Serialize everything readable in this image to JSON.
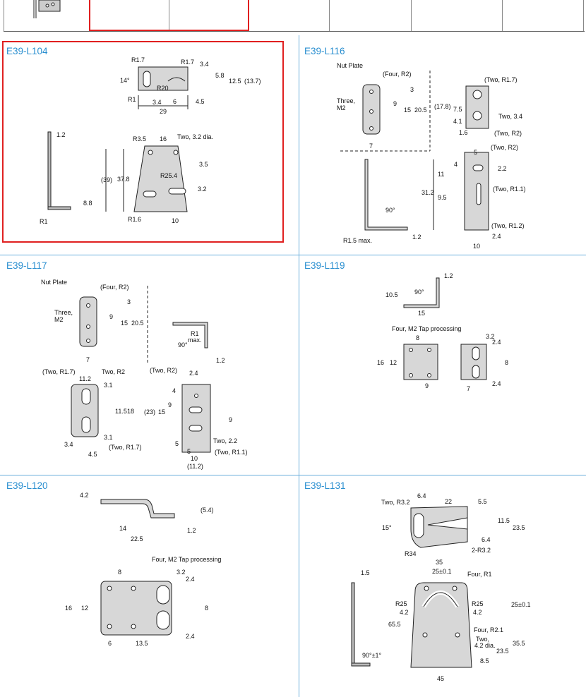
{
  "sections": [
    {
      "title": "E39-L104",
      "labels": [
        "R1.7",
        "R1.7",
        "3.4",
        "14°",
        "5.8",
        "12.5",
        "(13.7)",
        "R20",
        "R1",
        "3.4",
        "6",
        "4.5",
        "29",
        "1.2",
        "R3.5",
        "16",
        "Two, 3.2 dia.",
        "3.5",
        "(39)",
        "37.8",
        "R25.4",
        "3.2",
        "8.8",
        "R1",
        "R1.6",
        "10"
      ]
    },
    {
      "title": "E39-L116",
      "labels": [
        "Nut Plate",
        "(Four, R2)",
        "3",
        "Three,",
        "M2",
        "9",
        "15",
        "20.5",
        "7",
        "(Two, R1.7)",
        "(17.8)",
        "7.5",
        "4.1",
        "Two, 3.4",
        "1.6",
        "(Two, R2)",
        "(Two, R2)",
        "5",
        "4",
        "2.2",
        "11",
        "31.2",
        "9.5",
        "(Two, R1.1)",
        "90°",
        "(Two, R1.2)",
        "2.4",
        "R1.5 max.",
        "1.2",
        "10"
      ]
    },
    {
      "title": "E39-L117",
      "labels": [
        "Nut Plate",
        "(Four, R2)",
        "3",
        "Three,",
        "M2",
        "9",
        "15",
        "20.5",
        "7",
        "R1",
        "max.",
        "90°",
        "1.2",
        "(Two, R1.7)",
        "Two, R2",
        "11.2",
        "3.1",
        "11.5",
        "18",
        "3.1",
        "3.4",
        "4.5",
        "(Two, R1.7)",
        "(Two, R2)",
        "2.4",
        "4",
        "9",
        "(23)",
        "15",
        "9",
        "5",
        "Two, 2.2",
        "5",
        "10",
        "(Two, R1.1)",
        "(11.2)"
      ]
    },
    {
      "title": "E39-L119",
      "labels": [
        "1.2",
        "10.5",
        "90°",
        "15",
        "Four, M2 Tap processing",
        "3.2",
        "8",
        "2.4",
        "16",
        "12",
        "8",
        "9",
        "7",
        "2.4"
      ]
    },
    {
      "title": "E39-L120",
      "labels": [
        "4.2",
        "(5.4)",
        "14",
        "1.2",
        "22.5",
        "Four, M2 Tap processing",
        "8",
        "3.2",
        "2.4",
        "16",
        "12",
        "8",
        "2.4",
        "6",
        "13.5"
      ]
    },
    {
      "title": "E39-L131",
      "labels": [
        "Two, R3.2",
        "6.4",
        "22",
        "5.5",
        "15°",
        "11.5",
        "23.5",
        "6.4",
        "R34",
        "2-R3.2",
        "1.5",
        "35",
        "25±0.1",
        "Four, R1",
        "R25",
        "R25",
        "25±0.1",
        "4.2",
        "4.2",
        "65.5",
        "Four, R2.1",
        "Two,",
        "4.2 dia.",
        "35.5",
        "23.5",
        "90°±1°",
        "8.5",
        "45"
      ]
    }
  ]
}
